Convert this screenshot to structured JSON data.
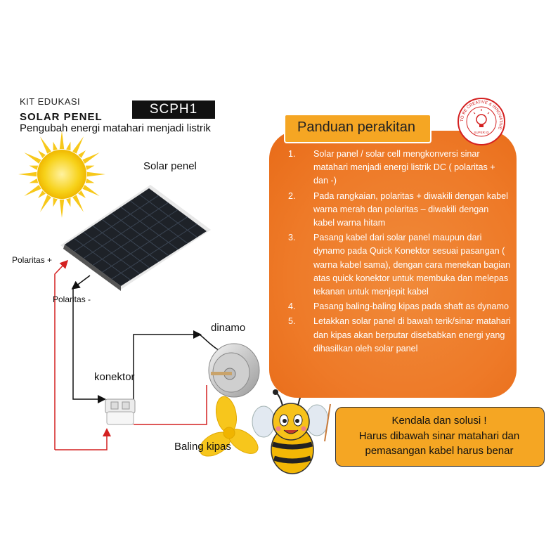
{
  "header": {
    "kit_label": "KIT EDUKASI",
    "product_name": "SOLAR PENEL",
    "subtitle": "Pengubah energi matahari menjadi listrik",
    "code": "SCPH1"
  },
  "diagram": {
    "solar_label": "Solar penel",
    "polarity_plus": "Polaritas +",
    "polarity_minus": "Polaritas -",
    "dinamo_label": "dinamo",
    "konektor_label": "konektor",
    "fan_label": "Baling kipas",
    "wire_colors": {
      "positive": "#d42020",
      "negative": "#111111"
    }
  },
  "guide": {
    "title": "Panduan perakitan",
    "steps": [
      {
        "num": "1.",
        "text": "Solar panel / solar cell mengkonversi sinar matahari menjadi energi listrik DC ( polaritas + dan -)"
      },
      {
        "num": "2.",
        "text": "Pada rangkaian, polaritas + diwakili dengan kabel warna merah dan polaritas – diwakili dengan kabel warna hitam"
      },
      {
        "num": "3.",
        "text": "Pasang kabel dari solar panel maupun dari dynamo pada Quick Konektor sesuai pasangan ( warna kabel sama), dengan cara menekan bagian atas quick konektor untuk membuka dan melepas tekanan untuk menjepit kabel"
      },
      {
        "num": "4.",
        "text": "Pasang baling-baling kipas pada shaft as dynamo"
      },
      {
        "num": "5.",
        "text": "Letakkan solar panel di bawah terik/sinar matahari dan kipas akan berputar disebabkan energi yang dihasilkan oleh solar panel"
      }
    ],
    "colors": {
      "box": "#ee7a28",
      "title_box": "#f5a623"
    }
  },
  "solution": {
    "title": "Kendala dan solusi !",
    "text": "Harus dibawah sinar matahari dan pemasangan kabel harus benar",
    "color": "#f5a623"
  },
  "seal": {
    "text": "TO BE CREATIVE & INNOVATIVE",
    "brand": "SUPER ID",
    "color": "#d42020"
  },
  "icons": [
    "sun-icon",
    "solar-panel-icon",
    "dinamo-motor-icon",
    "quick-connector-icon",
    "fan-blade-icon",
    "bee-mascot-icon",
    "lightbulb-icon"
  ]
}
